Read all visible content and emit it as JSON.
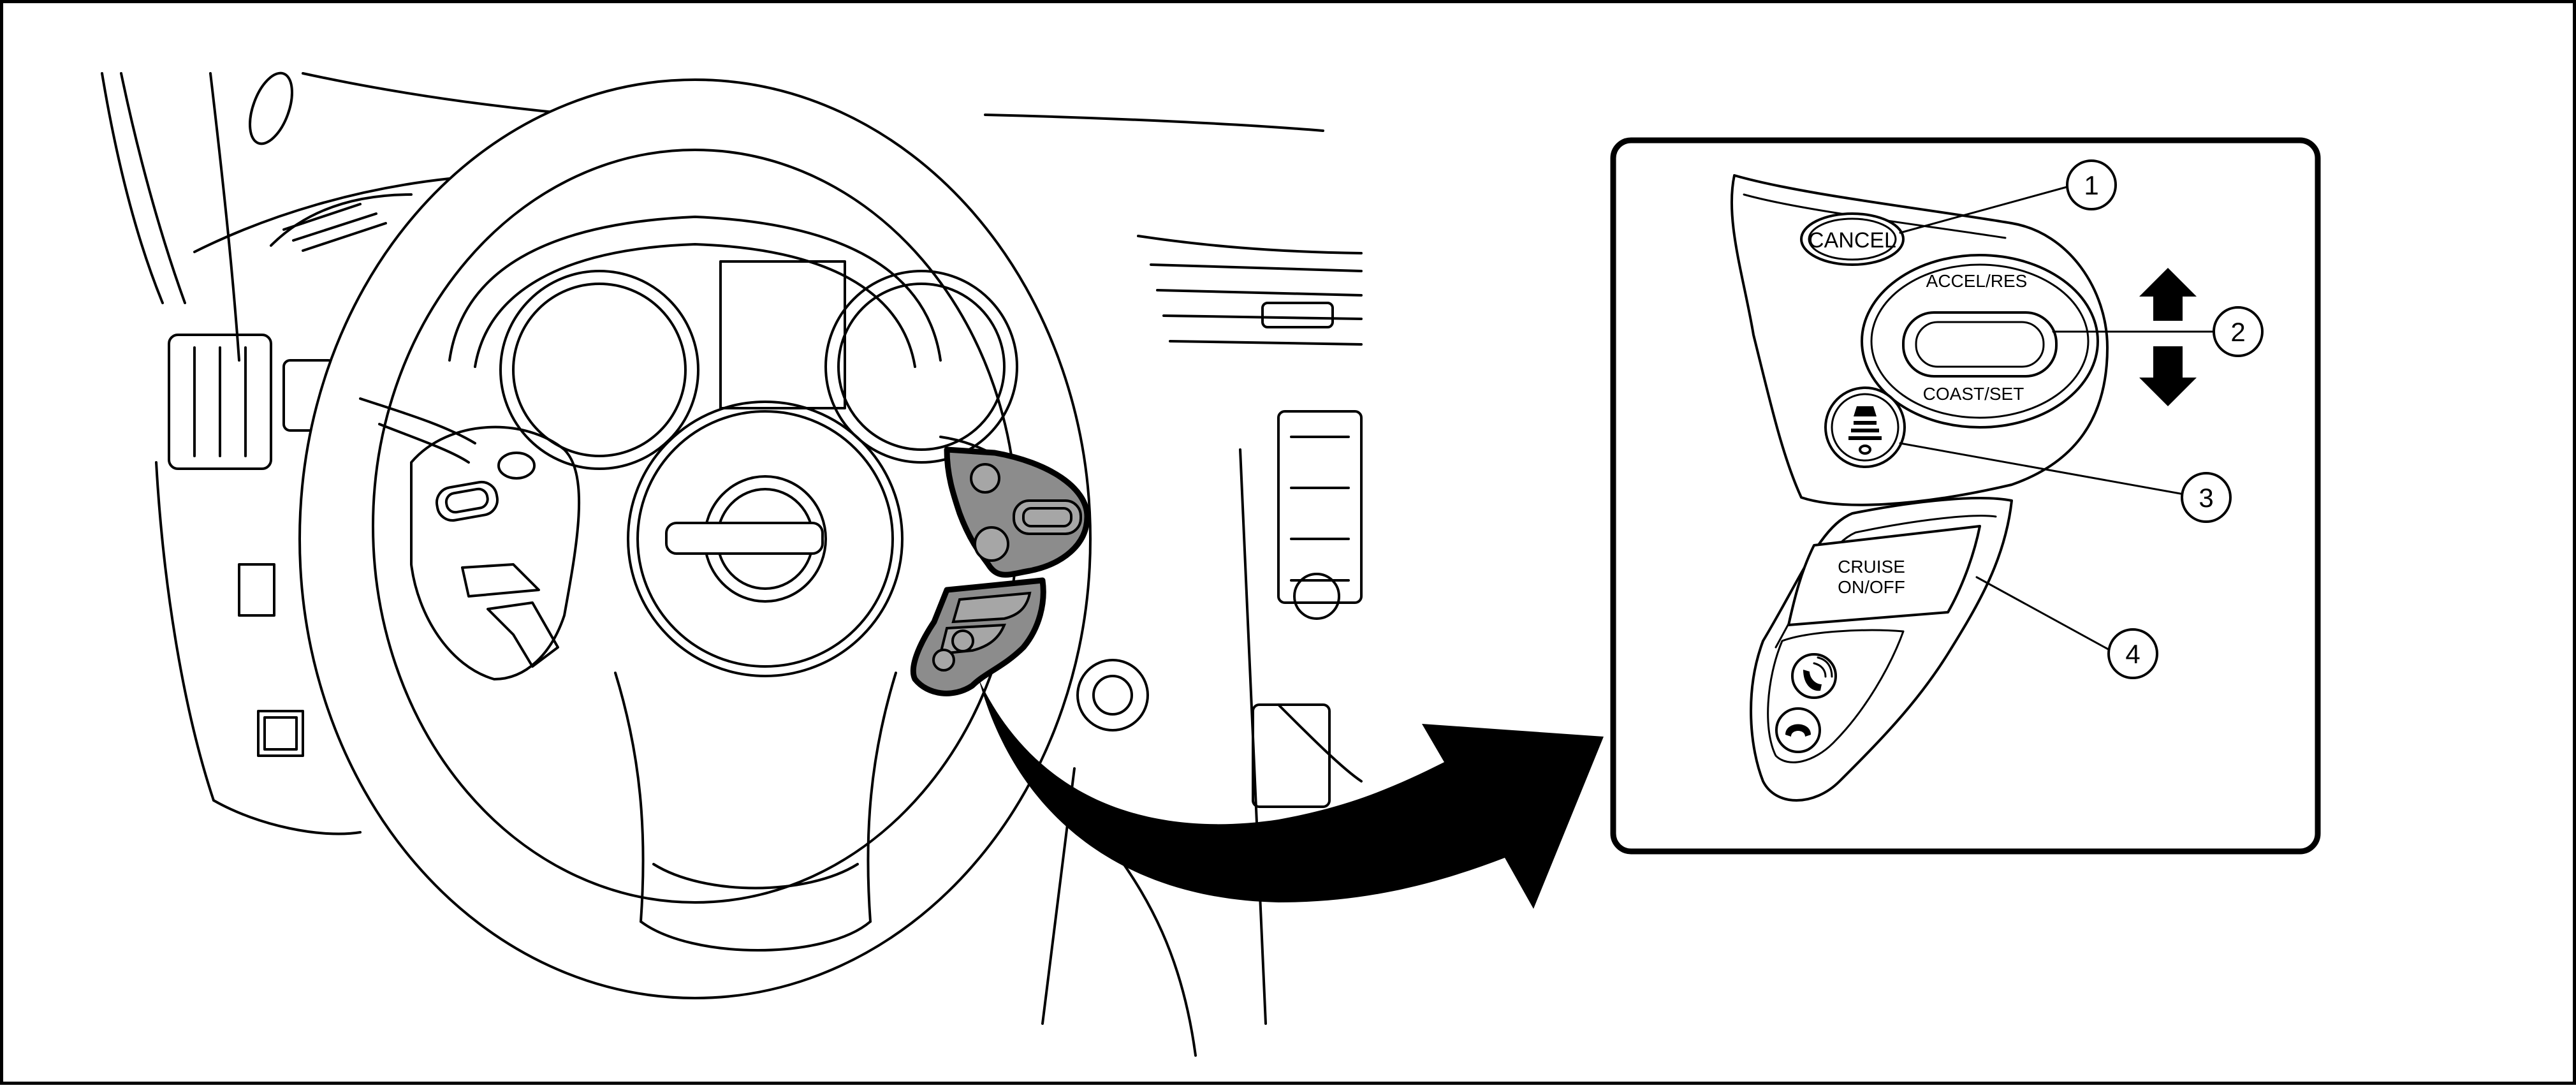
{
  "inset": {
    "cancel_button_label": "CANCEL",
    "accel_res_label": "ACCEL/RES",
    "coast_set_label": "COAST/SET",
    "cruise_button_label_line1": "CRUISE",
    "cruise_button_label_line2": "ON/OFF",
    "callouts": [
      "1",
      "2",
      "3",
      "4"
    ],
    "icons": {
      "distance": "vehicle-distance-icon",
      "voice": "phone-voice-icon",
      "hangup": "phone-hangup-icon",
      "updown": "up-down-arrows-icon"
    }
  }
}
